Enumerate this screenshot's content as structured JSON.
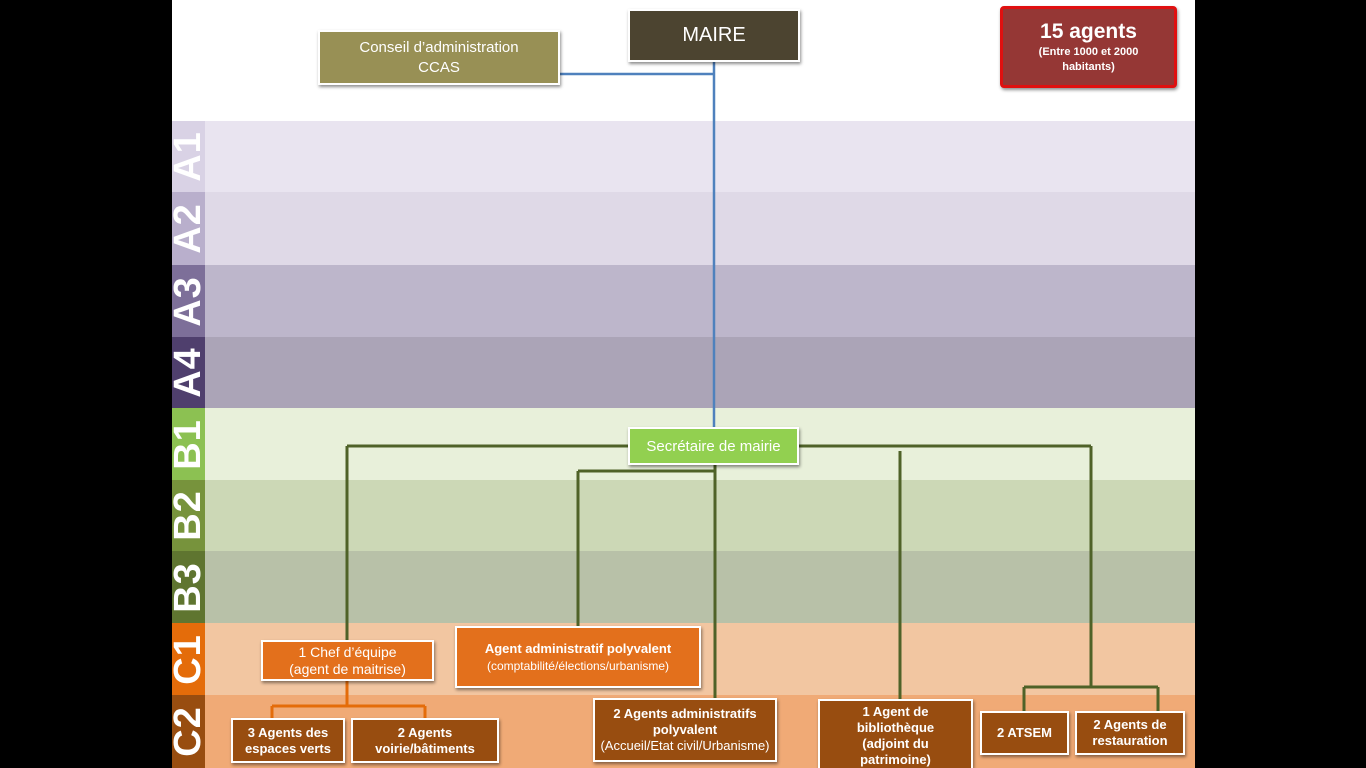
{
  "header": {
    "mayor": "MAIRE",
    "council_line1": "Conseil d’administration",
    "council_line2": "CCAS",
    "agents_count": "15 agents",
    "agents_range_line1": "(Entre 1000 et  2000",
    "agents_range_line2": "habitants)"
  },
  "levels": [
    {
      "label": "A1",
      "band_color": "#e9e4f0",
      "label_color": "#d9d2e5"
    },
    {
      "label": "A2",
      "band_color": "#dfd9e7",
      "label_color": "#b9afcc"
    },
    {
      "label": "A3",
      "band_color": "#bdb6cb",
      "label_color": "#7d6f99"
    },
    {
      "label": "A4",
      "band_color": "#aba4b7",
      "label_color": "#4f3f6d"
    },
    {
      "label": "B1",
      "band_color": "#e8f0da",
      "label_color": "#8cc152"
    },
    {
      "label": "B2",
      "band_color": "#ccd8b6",
      "label_color": "#77933c"
    },
    {
      "label": "B3",
      "band_color": "#b8c1a8",
      "label_color": "#5f7530"
    },
    {
      "label": "C1",
      "band_color": "#f2c6a1",
      "label_color": "#e46c0a"
    },
    {
      "label": "C2",
      "band_color": "#f0aa76",
      "label_color": "#984d10"
    }
  ],
  "nodes": {
    "secretary": "Secrétaire de mairie",
    "team_leader_line1": "1 Chef d’équipe",
    "team_leader_line2": "(agent de maitrise)",
    "admin_agent_title": "Agent administratif polyvalent",
    "admin_agent_detail": "(comptabilité/élections/urbanisme)",
    "green_spaces_line1": "3 Agents des",
    "green_spaces_line2": "espaces verts",
    "roads_line1": "2 Agents",
    "roads_line2": "voirie/bâtiments",
    "admin_agents_line1": "2 Agents administratifs",
    "admin_agents_line2": "polyvalent",
    "admin_agents_detail": "(Accueil/Etat civil/Urbanisme)",
    "library_line1": "1  Agent de",
    "library_line2": "bibliothèque",
    "library_line3": "(adjoint du",
    "library_line4": "patrimoine)",
    "atsem": "2 ATSEM",
    "catering_line1": "2 Agents de",
    "catering_line2": "restauration"
  },
  "colors": {
    "mayor_fill": "#4c4430",
    "council_fill": "#989055",
    "count_fill": "#953735",
    "count_border": "#e01010",
    "secretary_fill": "#92d050",
    "orange_fill": "#e3701c",
    "brown_fill": "#984d10",
    "blue_line": "#4f81bd",
    "green_line": "#4f6228",
    "orange_line": "#e46c0a"
  }
}
